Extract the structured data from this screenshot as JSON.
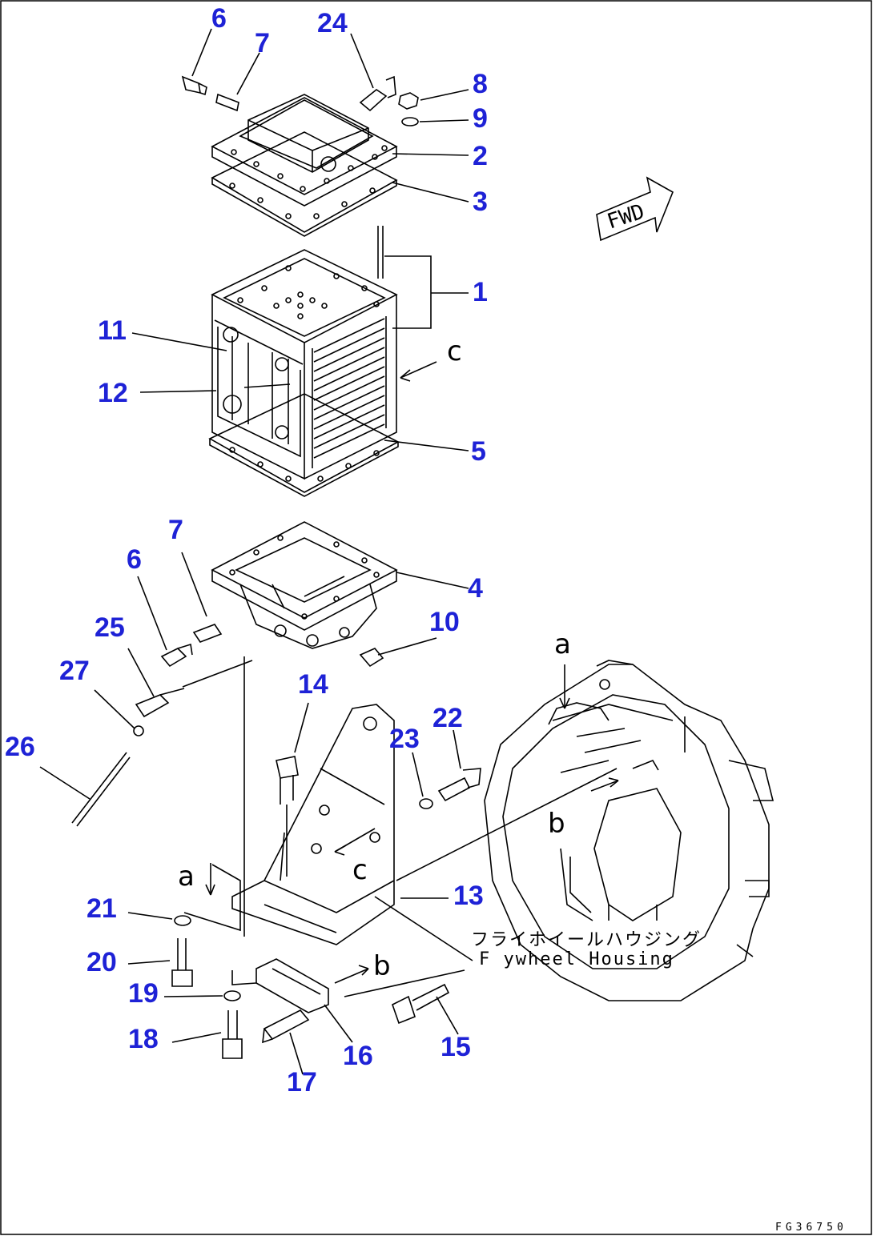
{
  "callouts": {
    "c6a": "6",
    "c7a": "7",
    "c24": "24",
    "c8": "8",
    "c9": "9",
    "c2": "2",
    "c3": "3",
    "c1": "1",
    "c11": "11",
    "c12": "12",
    "c5": "5",
    "c7b": "7",
    "c6b": "6",
    "c4": "4",
    "c25": "25",
    "c10": "10",
    "c27": "27",
    "c26": "26",
    "c14": "14",
    "c22": "22",
    "c23": "23",
    "c13": "13",
    "c21": "21",
    "c20": "20",
    "c19": "19",
    "c18": "18",
    "c17": "17",
    "c16": "16",
    "c15": "15"
  },
  "letters": {
    "a_top": "a",
    "a_left": "a",
    "b_mid": "b",
    "b_low": "b",
    "c_right": "c",
    "c_mid": "c"
  },
  "fwd": "FWD",
  "housing": {
    "jp": "フライホイールハウジング",
    "en": "F ywheel Housing"
  },
  "drawing_number": "FG36750",
  "colors": {
    "callout": "#1e22d6",
    "line": "#000000"
  }
}
